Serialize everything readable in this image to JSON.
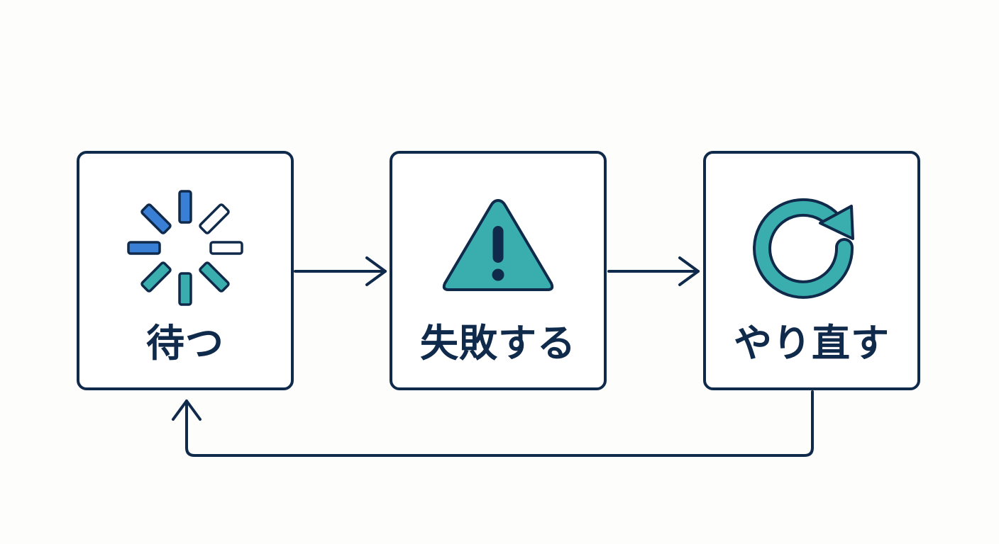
{
  "steps": [
    {
      "label": "待つ",
      "icon": "loading-spinner-icon"
    },
    {
      "label": "失敗する",
      "icon": "warning-triangle-icon"
    },
    {
      "label": "やり直す",
      "icon": "retry-arrow-icon"
    }
  ],
  "colors": {
    "outline": "#0f2a4a",
    "blue": "#3a7fd6",
    "teal": "#3aaeae",
    "background": "#fdfdfc"
  }
}
